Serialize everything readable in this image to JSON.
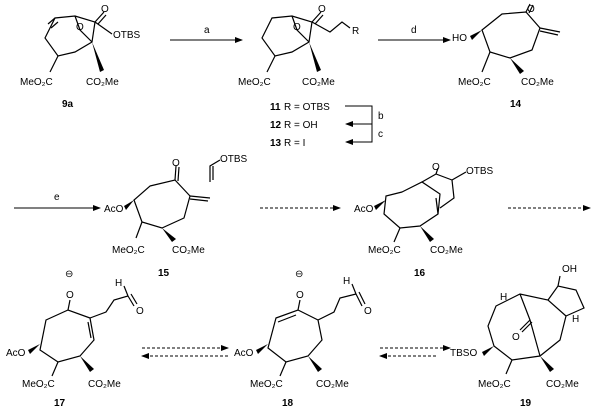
{
  "compounds": {
    "c9a": "9a",
    "c11": "11",
    "c11_r": "R = OTBS",
    "c12": "12",
    "c12_r": "R = OH",
    "c13": "13",
    "c13_r": "R = I",
    "c14": "14",
    "c15": "15",
    "c16": "16",
    "c17": "17",
    "c18": "18",
    "c19": "19"
  },
  "reagents": {
    "a": "a",
    "b": "b",
    "c": "c",
    "d": "d",
    "e": "e"
  },
  "groups": {
    "otbs": "OTBS",
    "tbso": "TBSO",
    "meo2c": "MeO₂C",
    "co2me": "CO₂Me",
    "aco": "AcO",
    "ho": "HO",
    "oh": "OH",
    "o": "O",
    "h": "H",
    "r": "R",
    "minus": "⊖"
  }
}
